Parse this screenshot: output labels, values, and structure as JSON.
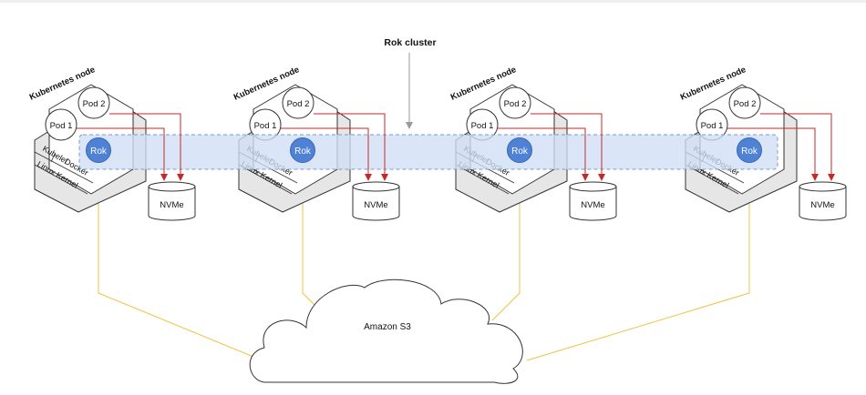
{
  "diagram": {
    "cluster_label": "Rok cluster",
    "storage_label": "Amazon S3",
    "nodes": [
      {
        "title": "Kubernetes node",
        "pods": [
          "Pod 1",
          "Pod 2"
        ],
        "rok": "Rok",
        "layers": [
          "Kubelet",
          "Docker",
          "Linux Kernel"
        ],
        "disk": "NVMe"
      },
      {
        "title": "Kubernetes node",
        "pods": [
          "Pod 1",
          "Pod 2"
        ],
        "rok": "Rok",
        "layers": [
          "Kubelet",
          "Docker",
          "Linux Kernel"
        ],
        "disk": "NVMe"
      },
      {
        "title": "Kubernetes node",
        "pods": [
          "Pod 1",
          "Pod 2"
        ],
        "rok": "Rok",
        "layers": [
          "Kubelet",
          "Docker",
          "Linux Kernel"
        ],
        "disk": "NVMe"
      },
      {
        "title": "Kubernetes node",
        "pods": [
          "Pod 1",
          "Pod 2"
        ],
        "rok": "Rok",
        "layers": [
          "Kubelet",
          "Docker",
          "Linux Kernel"
        ],
        "disk": "NVMe"
      }
    ],
    "colors": {
      "cluster_fill": "#cfdff5",
      "cluster_stroke": "#7a9cc8",
      "rok_fill": "#4f82d4",
      "link_red": "#c62828",
      "link_yellow": "#f0c040",
      "hex_side": "#e6e6e6",
      "line": "#333333"
    }
  }
}
